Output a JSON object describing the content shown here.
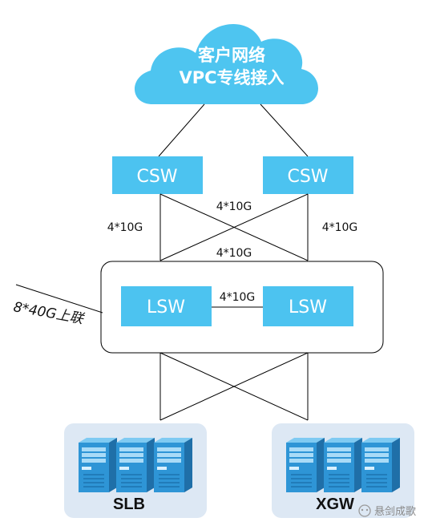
{
  "cloud": {
    "line1": "客户网络",
    "line2": "VPC专线接入"
  },
  "csw": {
    "left": "CSW",
    "right": "CSW"
  },
  "lsw": {
    "left": "LSW",
    "right": "LSW"
  },
  "links": {
    "csw_cross": "4*10G",
    "csw_left_vertical": "4*10G",
    "csw_right_vertical": "4*10G",
    "csw_lsw_lower": "4*10G",
    "lsw_lsw": "4*10G"
  },
  "uplink": "8*40G上联",
  "groups": {
    "left": "SLB",
    "right": "XGW"
  },
  "watermark": "悬剑成歌",
  "colors": {
    "cloud": "#4ec5f0",
    "switch": "#4cc3f0",
    "server_bg": "#dde8f4",
    "server_front": "#2e95d6"
  }
}
